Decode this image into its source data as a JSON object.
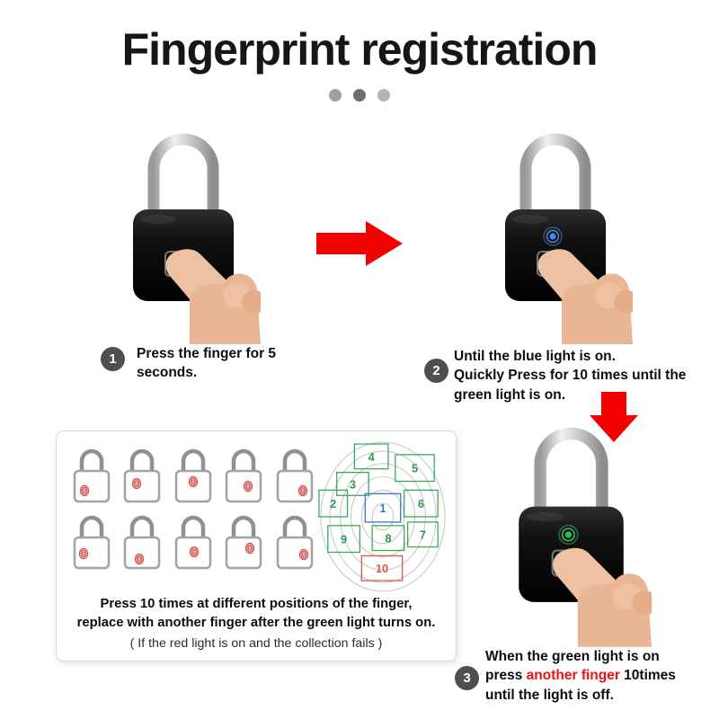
{
  "title": "Fingerprint registration",
  "steps": {
    "one": {
      "number": "1",
      "lines": [
        "Press the finger for 5",
        "seconds."
      ]
    },
    "two": {
      "number": "2",
      "lines": [
        "Until the blue light is on.",
        "Quickly Press for 10 times until the",
        "green light is on."
      ]
    },
    "three": {
      "number": "3",
      "line1": "When the green light is on",
      "line2_pre": "press ",
      "line2_highlight": "another finger",
      "line2_post": " 10times",
      "line3": "until the light is off."
    }
  },
  "practice_box": {
    "instruction_lines": [
      "Press 10 times at different positions of the finger,",
      "replace with another finger after the green light turns on."
    ],
    "note": "( If the red light is on and the collection fails )"
  },
  "fingerprint_grid": {
    "cells": [
      {
        "label": "4",
        "color": "green"
      },
      {
        "label": "5",
        "color": "green"
      },
      {
        "label": "3",
        "color": "green"
      },
      {
        "label": "2",
        "color": "green"
      },
      {
        "label": "1",
        "color": "blue"
      },
      {
        "label": "6",
        "color": "green"
      },
      {
        "label": "9",
        "color": "green"
      },
      {
        "label": "8",
        "color": "green"
      },
      {
        "label": "7",
        "color": "green"
      },
      {
        "label": "10",
        "color": "red"
      }
    ]
  },
  "colors": {
    "arrow_red": "#f30000",
    "blue_light": "#3f8cff",
    "green_light": "#21c24e",
    "highlight_red": "#ee1111",
    "grid_green": "#3aa85a",
    "grid_blue": "#3a6fd8",
    "grid_red": "#d8564a"
  }
}
